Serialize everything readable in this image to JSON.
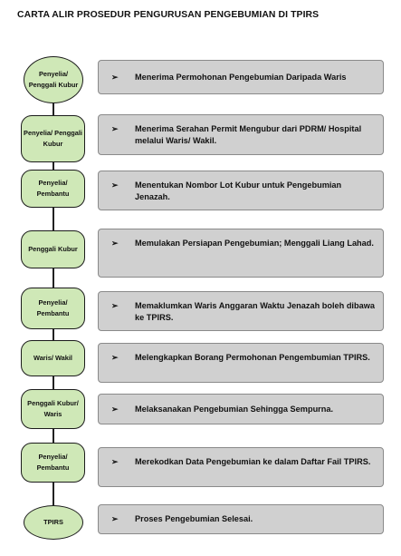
{
  "title": "CARTA ALIR PROSEDUR PENGURUSAN PENGEBUMIAN DI TPIRS",
  "bullet_symbol": "➢",
  "colors": {
    "role_fill": "#cfe8b7",
    "step_fill": "#d0d0d0",
    "line": "#222222"
  },
  "steps": [
    {
      "role": "Penyelia/ Penggali Kubur",
      "text": "Menerima Permohonan Pengebumian Daripada Waris"
    },
    {
      "role": "Penyelia/ Penggali Kubur",
      "text": "Menerima Serahan Permit Mengubur dari PDRM/ Hospital melalui Waris/ Wakil."
    },
    {
      "role": "Penyelia/ Pembantu",
      "text": "Menentukan Nombor Lot Kubur untuk Pengebumian Jenazah."
    },
    {
      "role": "Penggali Kubur",
      "text": "Memulakan Persiapan Pengebumian; Menggali Liang Lahad."
    },
    {
      "role": "Penyelia/ Pembantu",
      "text": "Memaklumkan Waris Anggaran Waktu Jenazah boleh dibawa ke TPIRS."
    },
    {
      "role": "Waris/ Wakil",
      "text": "Melengkapkan Borang Permohonan Pengembumian TPIRS."
    },
    {
      "role": "Penggali Kubur/ Waris",
      "text": "Melaksanakan Pengebumian Sehingga Sempurna."
    },
    {
      "role": "Penyelia/ Pembantu",
      "text": "Merekodkan Data Pengebumian ke dalam Daftar Fail TPIRS."
    },
    {
      "role": "TPIRS",
      "text": "Proses Pengebumian Selesai."
    }
  ]
}
